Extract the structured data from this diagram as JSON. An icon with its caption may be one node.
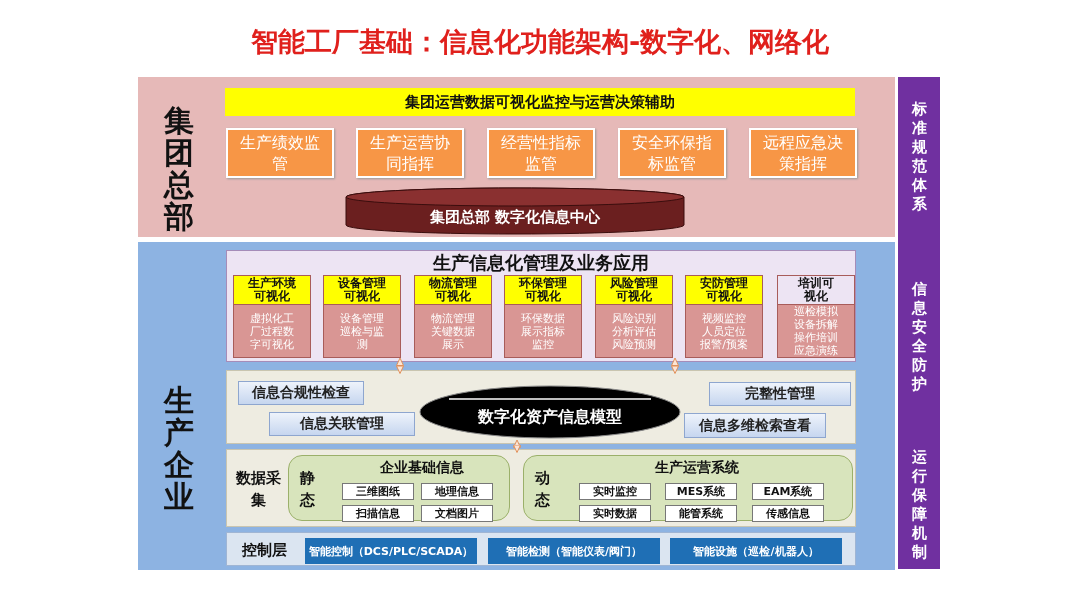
{
  "diagram": {
    "title": "智能工厂基础：信息化功能架构-数字化、网络化",
    "nodes": [
      {
        "text": [
          "集团总部"
        ]
      },
      {
        "text": [
          "集团运营数据可视化监控与运营决策辅助"
        ],
        "in": 0
      },
      {
        "text": [
          "生产绩效监管"
        ],
        "in": 0
      },
      {
        "text": [
          "生产运营协同指挥"
        ],
        "in": 0
      },
      {
        "text": [
          "经营性指标监管"
        ],
        "in": 0
      },
      {
        "text": [
          "安全环保指标监管"
        ],
        "in": 0
      },
      {
        "text": [
          "远程应急决策指挥"
        ],
        "in": 0
      },
      {
        "text": [
          "集团总部 数字化信息中心"
        ],
        "in": 0
      },
      {
        "text": [
          "生产企业"
        ]
      },
      {
        "text": [
          "生产信息化管理及业务应用"
        ],
        "in": 8
      },
      {
        "text": [
          "生产环境可视化",
          "虚拟化工厂过程数字可视化"
        ],
        "in": 9
      },
      {
        "text": [
          "设备管理可视化",
          "设备管理巡检与监测"
        ],
        "in": 9
      },
      {
        "text": [
          "物流管理可视化",
          "物流管理关键数据展示"
        ],
        "in": 9
      },
      {
        "text": [
          "环保管理可视化",
          "环保数据展示指标监控"
        ],
        "in": 9
      },
      {
        "text": [
          "风险管理可视化",
          "风险识别分析评估风险预测"
        ],
        "in": 9
      },
      {
        "text": [
          "安防管理可视化",
          "视频监控人员定位报警/预案"
        ],
        "in": 9
      },
      {
        "text": [
          "培训可视化",
          "巡检模拟设备拆解操作培训应急演练"
        ],
        "in": 9
      },
      {
        "text": [],
        "shape": "box",
        "in": 8
      },
      {
        "text": [
          "信息合规性检查"
        ],
        "in": 17
      },
      {
        "text": [
          "信息关联管理"
        ],
        "in": 17
      },
      {
        "text": [
          "数字化资产信息模型"
        ],
        "in": 17
      },
      {
        "text": [
          "完整性管理"
        ],
        "in": 17
      },
      {
        "text": [
          "信息多维检索查看"
        ],
        "in": 17
      },
      {
        "text": [
          "数据采集"
        ],
        "in": 8
      },
      {
        "text": [
          "静态",
          "企业基础信息"
        ],
        "in": 23
      },
      {
        "text": [
          "三维图纸"
        ],
        "in": 24
      },
      {
        "text": [
          "地理信息"
        ],
        "in": 24
      },
      {
        "text": [
          "扫描信息"
        ],
        "in": 24
      },
      {
        "text": [
          "文档图片"
        ],
        "in": 24
      },
      {
        "text": [
          "动态",
          "生产运营系统"
        ],
        "in": 23
      },
      {
        "text": [
          "实时监控"
        ],
        "in": 29
      },
      {
        "text": [
          "MES系统"
        ],
        "in": 29
      },
      {
        "text": [
          "EAM系统"
        ],
        "in": 29
      },
      {
        "text": [
          "实时数据"
        ],
        "in": 29
      },
      {
        "text": [
          "能管系统"
        ],
        "in": 29
      },
      {
        "text": [
          "传感信息"
        ],
        "in": 29
      },
      {
        "text": [
          "控制层"
        ],
        "in": 8
      },
      {
        "text": [
          "智能控制（DCS/PLC/SCADA）"
        ],
        "in": 36
      },
      {
        "text": [
          "智能检测（智能仪表/阀门）"
        ],
        "in": 36
      },
      {
        "text": [
          "智能设施（巡检/机器人）"
        ],
        "in": 36
      },
      {
        "text": [
          "标准规范体系",
          "信息安全防护",
          "运行保障机制"
        ]
      }
    ],
    "edges": [
      {
        "from": 9,
        "to": 17,
        "arrow": "both"
      },
      {
        "from": 9,
        "to": 17,
        "arrow": "both"
      },
      {
        "from": 17,
        "to": 23,
        "arrow": "both"
      }
    ]
  }
}
